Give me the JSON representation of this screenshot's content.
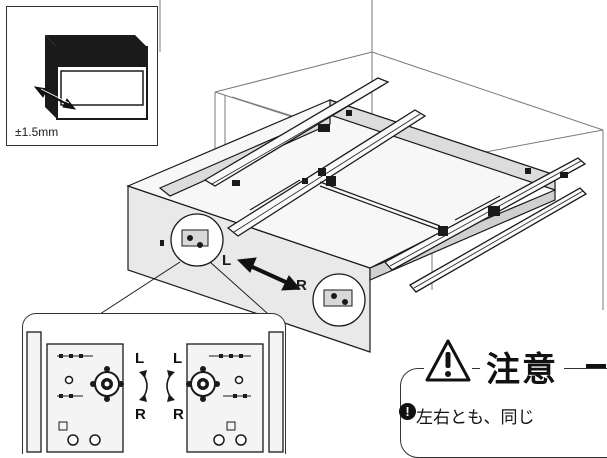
{
  "inset_top": {
    "tolerance_label": "±1.5mm"
  },
  "main": {
    "arrow_left_label": "L",
    "arrow_right_label": "R"
  },
  "inset_bottom": {
    "left_hook": {
      "top_label": "L",
      "bottom_label": "R"
    },
    "right_hook": {
      "top_label": "L",
      "bottom_label": "R"
    }
  },
  "warning": {
    "icon": "warning-triangle-icon",
    "title": "注意",
    "note_icon": "exclamation-circle-icon",
    "note_text": "左右とも、同じ"
  },
  "colors": {
    "line": "#1a1a1a",
    "panel_gray": "#e6e6e6",
    "light_line": "#7a7a7a"
  }
}
